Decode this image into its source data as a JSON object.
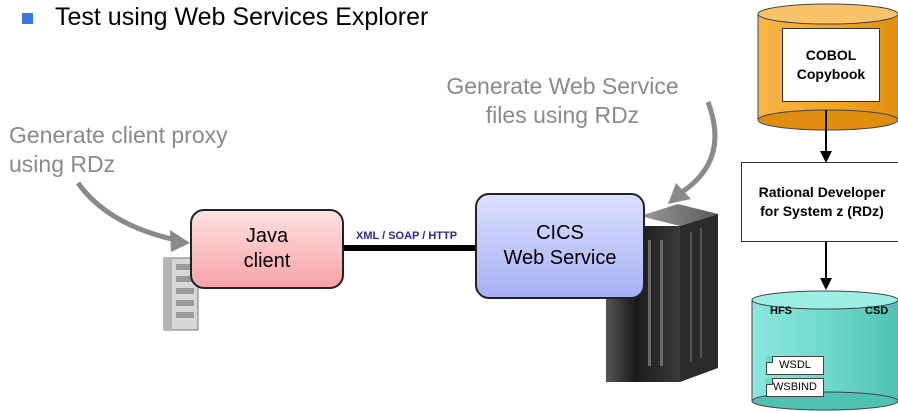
{
  "bullet": {
    "text": "Test using Web Services Explorer"
  },
  "annotations": {
    "generate_ws": [
      "Generate Web Service",
      "files using RDz"
    ],
    "generate_client": [
      "Generate client proxy",
      "using RDz"
    ]
  },
  "nodes": {
    "java_client": [
      "Java",
      "client"
    ],
    "cics_ws": [
      "CICS",
      "Web Service"
    ]
  },
  "link": {
    "label": "XML / SOAP / HTTP"
  },
  "flow": {
    "cobol": [
      "COBOL",
      "Copybook"
    ],
    "rdz": [
      "Rational Developer",
      "for System z (RDz)"
    ],
    "storage_left": "HFS",
    "storage_right": "CSD",
    "docs": [
      "WSDL",
      "WSBIND"
    ]
  },
  "colors": {
    "bullet": "#3a78e0",
    "java_fill": "#f6a3a8",
    "cics_fill": "#a8b0f2",
    "cylinder_top_fill": "#f5a623",
    "cylinder_bottom_fill": "#6fd9cc",
    "annotation_gray": "#8a8a8a"
  }
}
